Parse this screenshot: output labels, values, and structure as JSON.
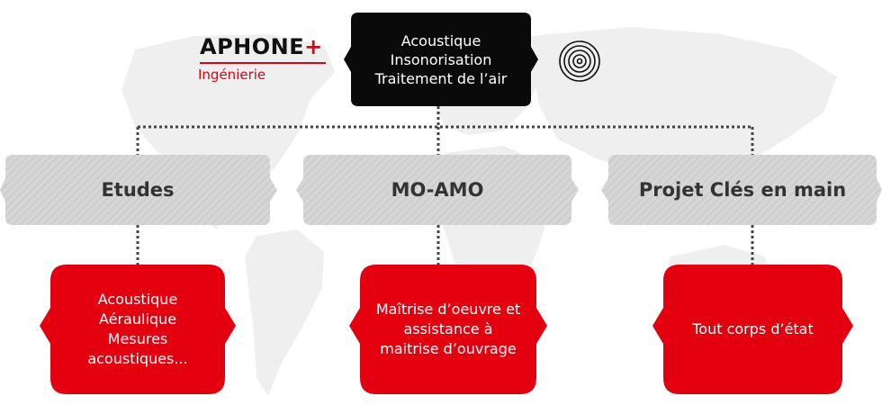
{
  "logo": {
    "name": "APHONE",
    "plus": "+",
    "subtitle": "Ingénierie"
  },
  "top_node": {
    "lines": [
      "Acoustique",
      "Insonorisation",
      "Traitement de l’air"
    ]
  },
  "categories": [
    {
      "label": "Etudes",
      "items": [
        "Acoustique",
        "Aéraulique",
        "Mesures",
        "acoustiques..."
      ]
    },
    {
      "label": "MO-AMO",
      "items": [
        "Maîtrise d’oeuvre et",
        "assistance à",
        "maitrise d’ouvrage"
      ]
    },
    {
      "label": "Projet Clés en main",
      "items": [
        "Tout corps d’état"
      ]
    }
  ],
  "colors": {
    "accent": "#e3000f",
    "top_node": "#0a0a0a",
    "category_fill": "#d4d4d4",
    "map": "#eeeeee"
  },
  "icons": {
    "target": "concentric-circles-icon"
  }
}
